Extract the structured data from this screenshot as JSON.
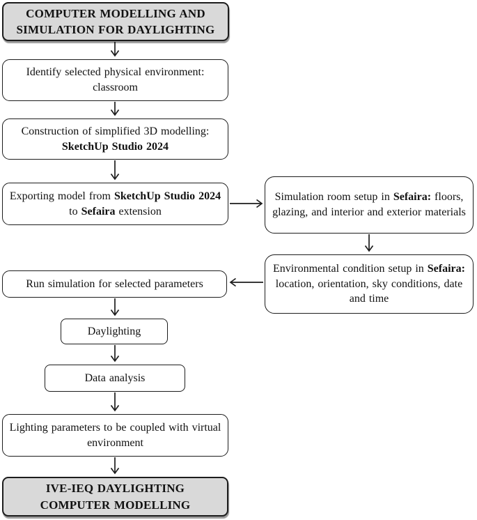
{
  "diagram": {
    "colors": {
      "box_fill": "#ffffff",
      "highlight_fill": "#d9d9d9",
      "border": "#1c1c1c",
      "arrow": "#1c1c1c",
      "text": "#111111"
    },
    "nodes": {
      "start": {
        "line1": "COMPUTER MODELLING AND",
        "line2": "SIMULATION  FOR DAYLIGHTING"
      },
      "identify": {
        "text": "Identify selected physical environment: classroom"
      },
      "construction": {
        "pre": "Construction of simplified 3D modelling:",
        "bold": "SketchUp Studio 2024"
      },
      "exporting": {
        "pre": "Exporting model from ",
        "bold1": "SketchUp Studio 2024",
        "mid": " to ",
        "bold2": "Sefaira",
        "post": " extension"
      },
      "room_setup": {
        "pre": "Simulation room setup in ",
        "bold": "Sefaira:",
        "post": " floors, glazing, and interior and exterior materials"
      },
      "environment": {
        "pre": "Environmental condition setup in ",
        "bold": "Sefaira:",
        "post": " location, orientation, sky conditions, date and time"
      },
      "run_simulation": {
        "text": "Run simulation for selected parameters"
      },
      "daylighting": {
        "text": "Daylighting"
      },
      "data_analysis": {
        "text": "Data analysis"
      },
      "lighting_parameters": {
        "text": "Lighting parameters to be coupled with virtual environment"
      },
      "end": {
        "line1": "IVE-IEQ DAYLIGHTING",
        "line2": "COMPUTER MODELLING"
      }
    },
    "edges": [
      {
        "from": "start",
        "to": "identify",
        "direction": "down"
      },
      {
        "from": "identify",
        "to": "construction",
        "direction": "down"
      },
      {
        "from": "construction",
        "to": "exporting",
        "direction": "down"
      },
      {
        "from": "exporting",
        "to": "room_setup",
        "direction": "right"
      },
      {
        "from": "room_setup",
        "to": "environment",
        "direction": "down"
      },
      {
        "from": "environment",
        "to": "run_simulation",
        "direction": "left"
      },
      {
        "from": "run_simulation",
        "to": "daylighting",
        "direction": "down"
      },
      {
        "from": "daylighting",
        "to": "data_analysis",
        "direction": "down"
      },
      {
        "from": "data_analysis",
        "to": "lighting_parameters",
        "direction": "down"
      },
      {
        "from": "lighting_parameters",
        "to": "end",
        "direction": "down"
      }
    ]
  }
}
